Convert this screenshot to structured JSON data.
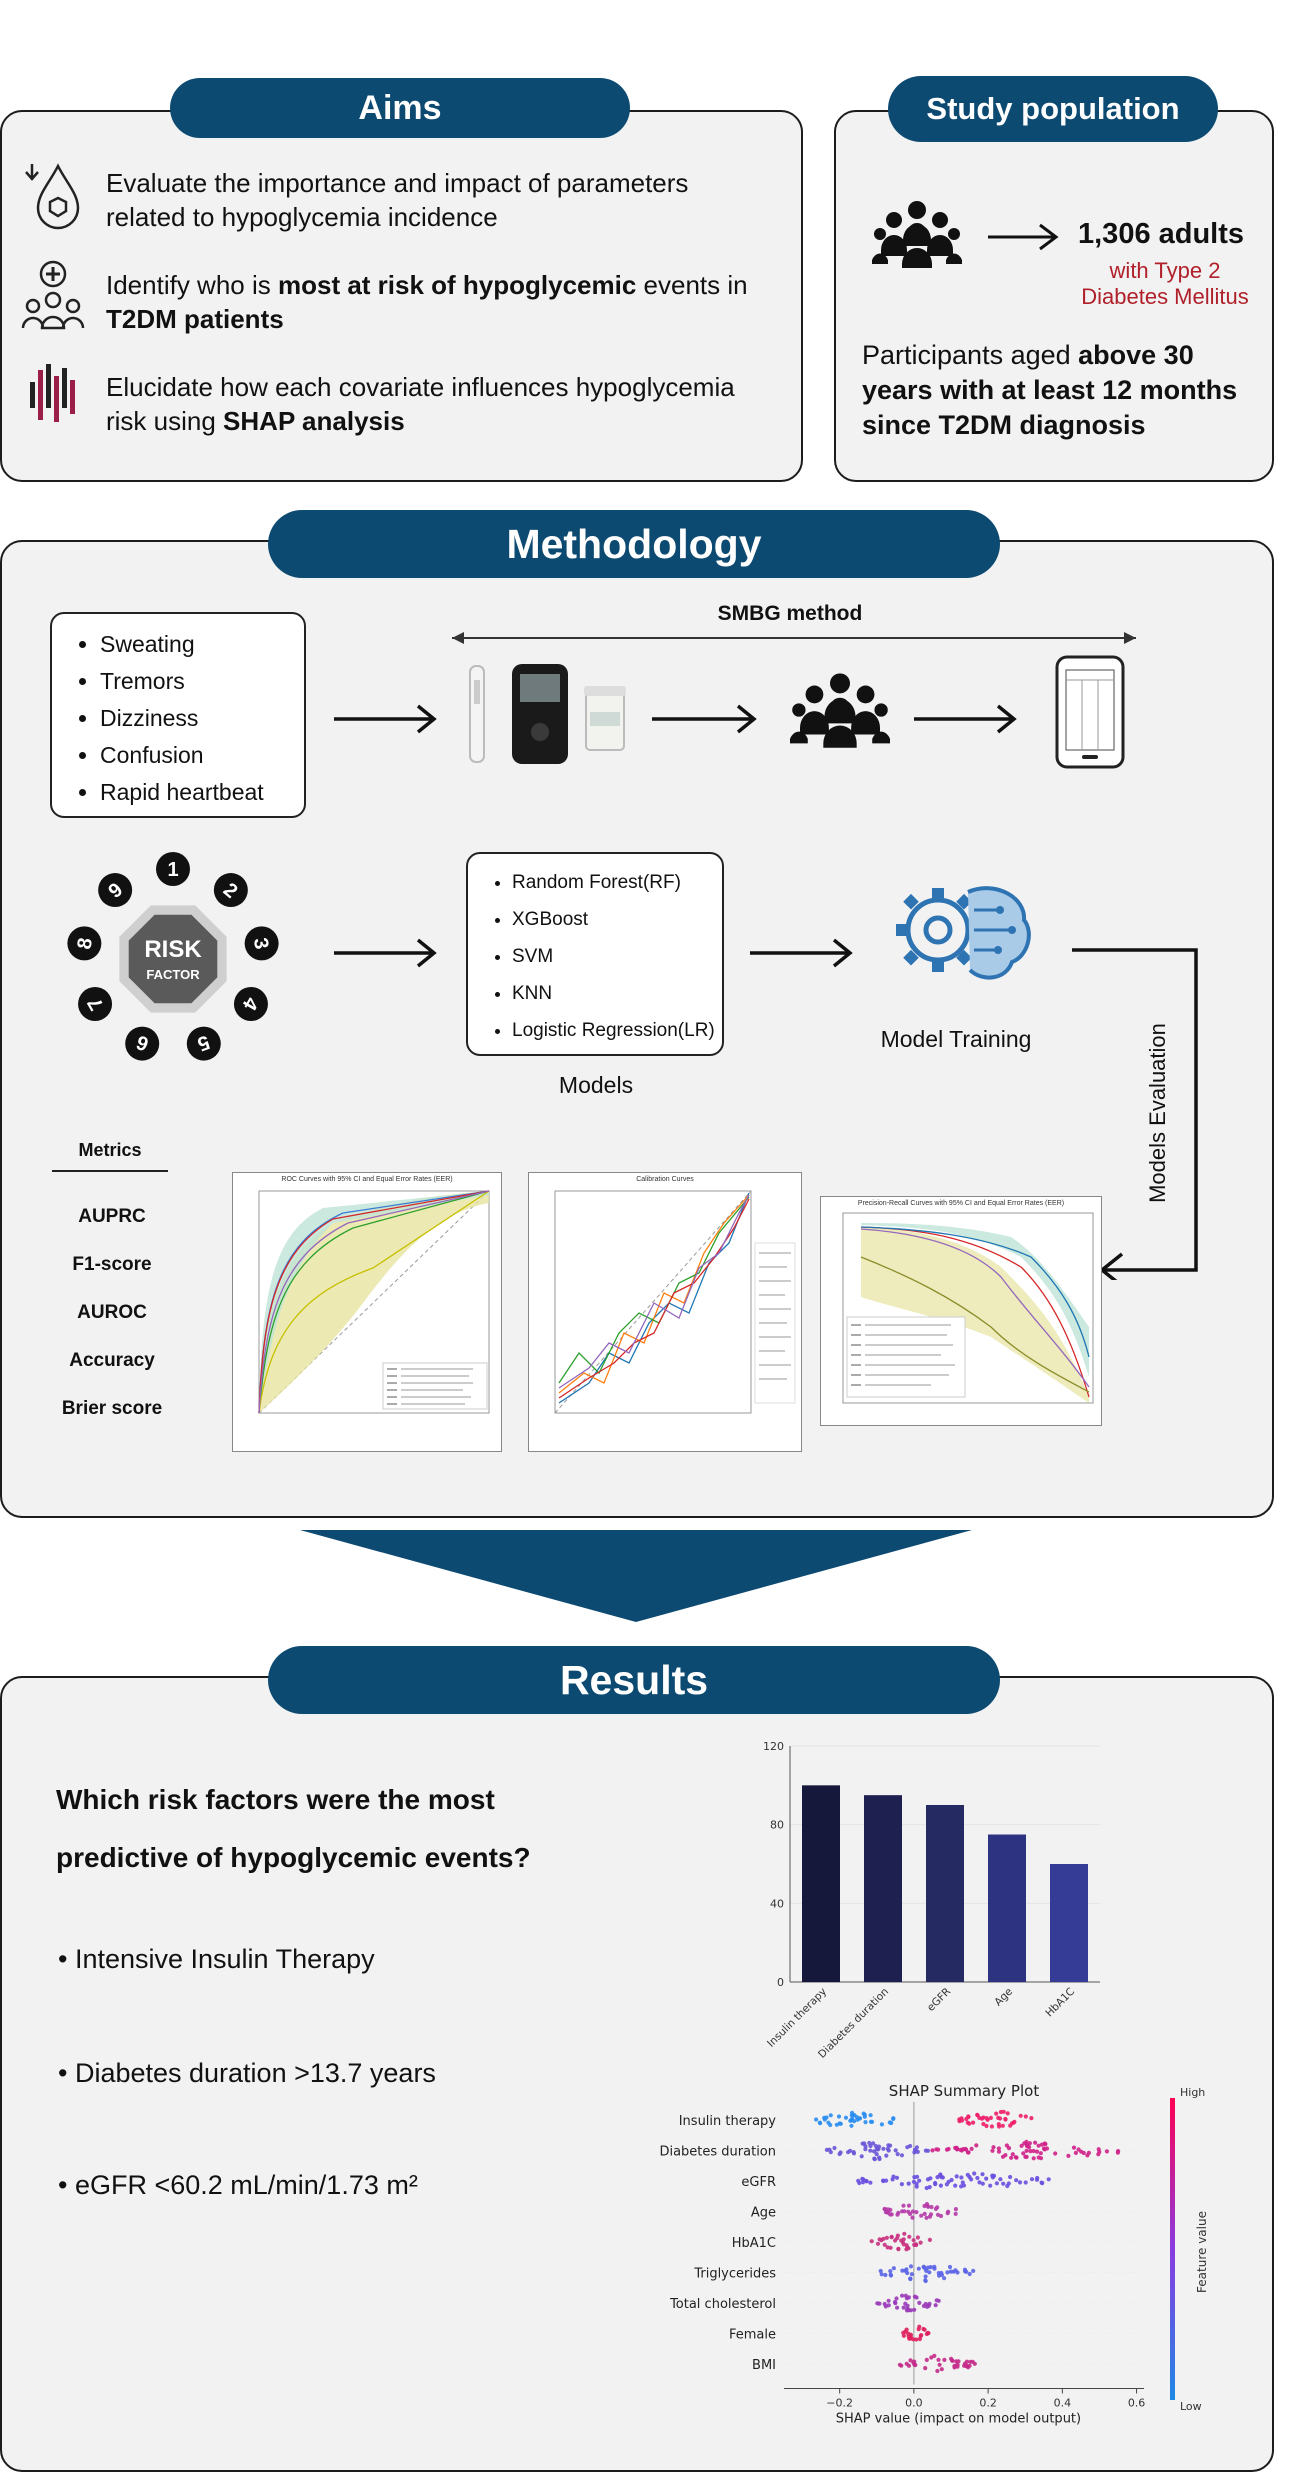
{
  "aims": {
    "title": "Aims",
    "items": [
      {
        "text_parts": [
          {
            "t": "Evaluate the importance and impact of parameters related to hypoglycemia incidence",
            "b": false
          }
        ]
      },
      {
        "text_parts": [
          {
            "t": "Identify who is ",
            "b": false
          },
          {
            "t": "most at risk of hypoglycemic",
            "b": true
          },
          {
            "t": " events in ",
            "b": false
          },
          {
            "t": "T2DM patients",
            "b": true
          }
        ]
      },
      {
        "text_parts": [
          {
            "t": "Elucidate how each covariate influences hypoglycemia risk using ",
            "b": false
          },
          {
            "t": "SHAP analysis",
            "b": true
          }
        ]
      }
    ]
  },
  "study": {
    "title": "Study population",
    "count": "1,306 adults",
    "subline1": "with Type 2",
    "subline2": "Diabetes Mellitus",
    "desc_plain": "Participants aged ",
    "desc_bold": "above 30 years with at least 12 months since T2DM diagnosis",
    "accent": "#b0202a"
  },
  "methodology": {
    "title": "Methodology",
    "symptoms": [
      "Sweating",
      "Tremors",
      "Dizziness",
      "Confusion",
      "Rapid heartbeat"
    ],
    "smbg_label": "SMBG method",
    "risk_numbers": [
      "1",
      "2",
      "3",
      "4",
      "5",
      "6",
      "7",
      "8",
      "9"
    ],
    "risk_label_1": "RISK",
    "risk_label_2": "FACTOR",
    "models": [
      "Random Forest(RF)",
      "XGBoost",
      "SVM",
      "KNN",
      "Logistic Regression(LR)"
    ],
    "models_caption": "Models",
    "training_label": "Model Training",
    "evaluation_label": "Models Evaluation",
    "metrics_title": "Metrics",
    "metrics": [
      "AUPRC",
      "F1-score",
      "AUROC",
      "Accuracy",
      "Brier score"
    ],
    "mini_titles": [
      "ROC Curves with 95% CI and Equal Error Rates (EER)",
      "Calibration Curves",
      "Precision-Recall Curves with 95% CI and Equal Error Rates (EER)"
    ]
  },
  "results": {
    "title": "Results",
    "question_line1": "Which risk factors were the most",
    "question_line2": "predictive of hypoglycemic events?",
    "findings": [
      "Intensive Insulin Therapy",
      "Diabetes duration >13.7 years",
      "eGFR <60.2 mL/min/1.73 m²"
    ]
  },
  "chart_data": [
    {
      "type": "bar",
      "title": "",
      "categories": [
        "Insulin therapy",
        "Diabetes duration",
        "eGFR",
        "Age",
        "HbA1C"
      ],
      "values": [
        100,
        95,
        90,
        75,
        60
      ],
      "ylim": [
        0,
        120
      ],
      "yticks": [
        0,
        40,
        80,
        120
      ],
      "grid": true,
      "colors": [
        "#15183a",
        "#1e2050",
        "#252a62",
        "#2d3380",
        "#353c96"
      ]
    },
    {
      "type": "scatter",
      "title": "SHAP Summary Plot",
      "xlabel": "SHAP value (impact on model output)",
      "colorbar_label": "Feature value",
      "colorbar_high": "High",
      "colorbar_low": "Low",
      "xlim": [
        -0.35,
        0.62
      ],
      "xticks": [
        -0.2,
        0.0,
        0.2,
        0.4,
        0.6
      ],
      "xtick_labels": [
        "−0.2",
        "0.0",
        "0.2",
        "0.4",
        "0.6"
      ],
      "features": [
        "Insulin therapy",
        "Diabetes duration",
        "eGFR",
        "Age",
        "HbA1C",
        "Triglycerides",
        "Total cholesterol",
        "Female",
        "BMI"
      ],
      "ranges": [
        [
          [
            -0.28,
            -0.04,
            "#2a8ef0"
          ],
          [
            0.12,
            0.35,
            "#ee1f6a"
          ]
        ],
        [
          [
            -0.25,
            0.05,
            "#6a55d8"
          ],
          [
            0.05,
            0.58,
            "#d0218a"
          ]
        ],
        [
          [
            -0.15,
            0.37,
            "#6a4fe0"
          ]
        ],
        [
          [
            -0.1,
            0.12,
            "#b53aa8"
          ]
        ],
        [
          [
            -0.12,
            0.05,
            "#c8317e"
          ]
        ],
        [
          [
            -0.1,
            0.17,
            "#5a64e6"
          ]
        ],
        [
          [
            -0.1,
            0.07,
            "#9a3ab8"
          ]
        ],
        [
          [
            -0.03,
            0.04,
            "#e0205c"
          ]
        ],
        [
          [
            -0.04,
            0.17,
            "#c42a8a"
          ]
        ]
      ],
      "cmap_low": "#1e88e5",
      "cmap_high": "#ff0052"
    }
  ]
}
